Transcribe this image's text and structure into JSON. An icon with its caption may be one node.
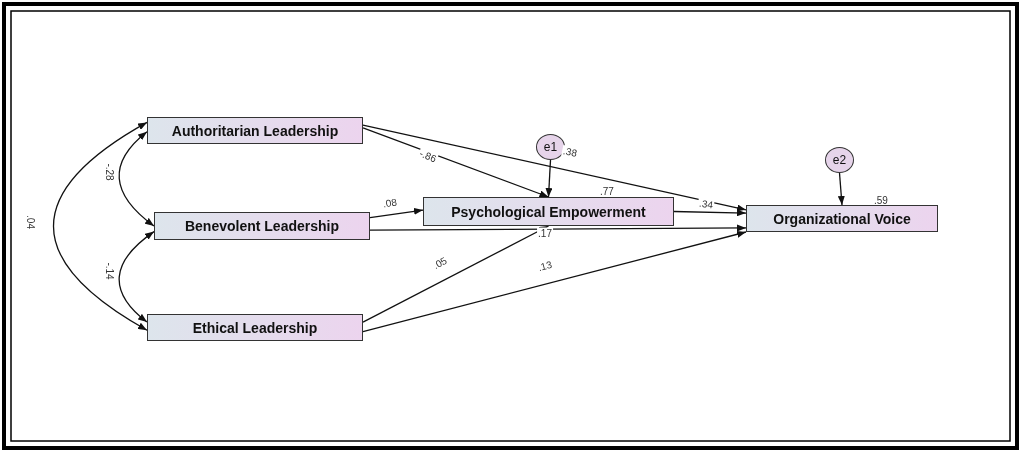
{
  "diagram": {
    "nodes": [
      {
        "text": [
          "Authoritarian Leadership"
        ]
      },
      {
        "text": [
          "Benevolent Leadership"
        ]
      },
      {
        "text": [
          "Ethical Leadership"
        ]
      },
      {
        "text": [
          "Psychological Empowerment"
        ],
        "beside": [
          ".77"
        ]
      },
      {
        "text": [
          "Organizational Voice"
        ],
        "beside": [
          ".59"
        ]
      },
      {
        "text": [
          "e1"
        ]
      },
      {
        "text": [
          "e2"
        ]
      }
    ],
    "edges": [
      {
        "from": 0,
        "to": 3,
        "arrow": "to",
        "label": "-.86"
      },
      {
        "from": 0,
        "to": 4,
        "arrow": "to",
        "label": ".38"
      },
      {
        "from": 1,
        "to": 3,
        "arrow": "to",
        "label": ".08"
      },
      {
        "from": 1,
        "to": 4,
        "arrow": "to",
        "label": ".17"
      },
      {
        "from": 2,
        "to": 3,
        "arrow": "to",
        "label": ".05"
      },
      {
        "from": 2,
        "to": 4,
        "arrow": "to",
        "label": ".13"
      },
      {
        "from": 3,
        "to": 4,
        "arrow": "to",
        "label": ".34"
      },
      {
        "from": 5,
        "to": 3,
        "arrow": "to"
      },
      {
        "from": 6,
        "to": 4,
        "arrow": "to"
      },
      {
        "from": 0,
        "to": 1,
        "arrow": "both",
        "label": "-.28"
      },
      {
        "from": 1,
        "to": 2,
        "arrow": "both",
        "label": "-.14"
      },
      {
        "from": 0,
        "to": 2,
        "arrow": "both",
        "label": ".04"
      }
    ]
  }
}
